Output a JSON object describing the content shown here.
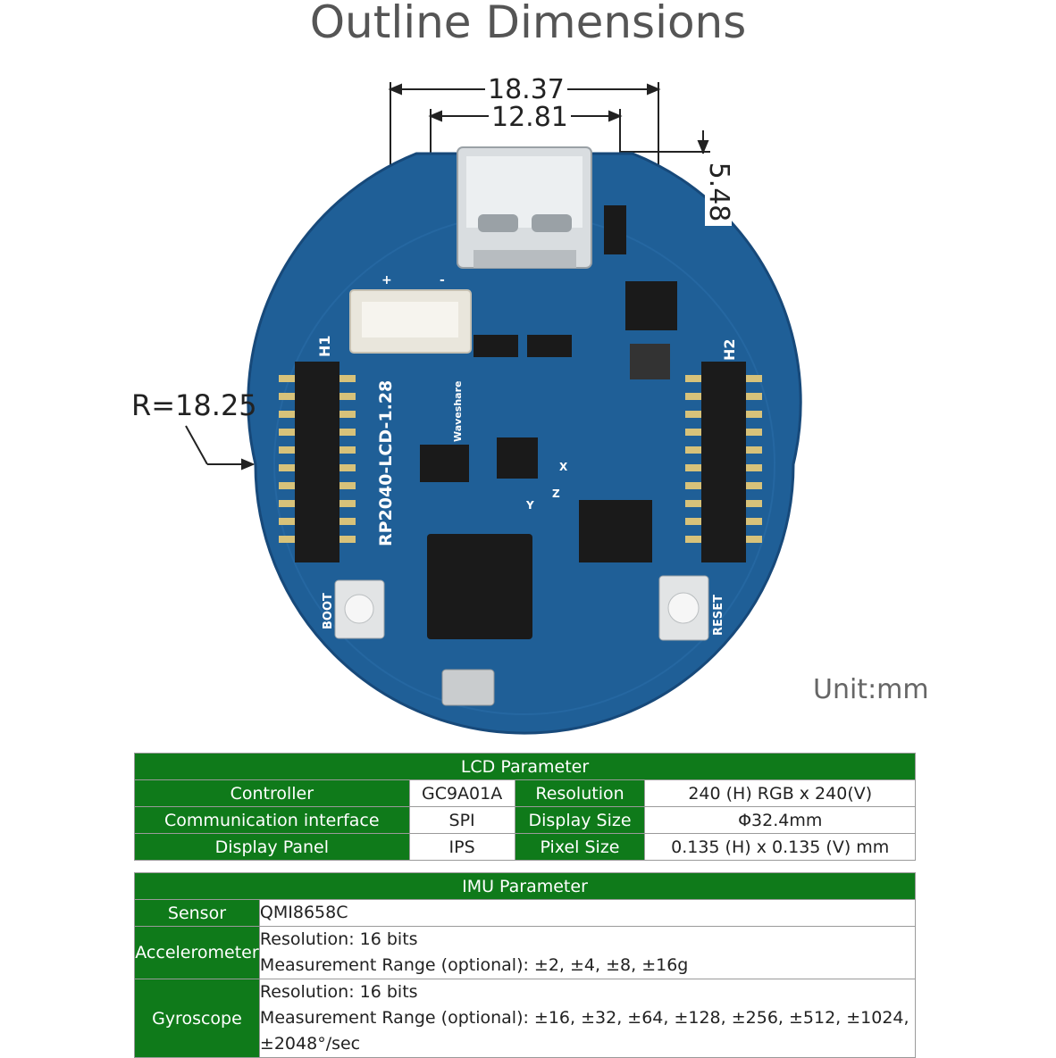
{
  "title": "Outline Dimensions",
  "dimensions": {
    "overall_width": "18.37",
    "connector_width": "12.81",
    "connector_height": "5.48",
    "radius": "R=18.25",
    "unit": "Unit:mm"
  },
  "board": {
    "silkscreen": {
      "name": "RP2040-LCD-1.28",
      "brand": "Waveshare",
      "header_left": "H1",
      "header_right": "H2",
      "boot": "BOOT",
      "reset": "RESET",
      "axis_x": "X",
      "axis_y": "Y",
      "axis_z": "Z",
      "plus": "+",
      "minus": "-"
    }
  },
  "lcd_table": {
    "heading": "LCD Parameter",
    "rows": [
      {
        "k1": "Controller",
        "v1": "GC9A01A",
        "k2": "Resolution",
        "v2": "240 (H) RGB x 240(V)"
      },
      {
        "k1": "Communication interface",
        "v1": "SPI",
        "k2": "Display Size",
        "v2": "Φ32.4mm"
      },
      {
        "k1": "Display Panel",
        "v1": "IPS",
        "k2": "Pixel Size",
        "v2": "0.135 (H) x 0.135 (V) mm"
      }
    ]
  },
  "imu_table": {
    "heading": "IMU Parameter",
    "sensor_key": "Sensor",
    "sensor_val": "QMI8658C",
    "accel_key": "Accelerometer",
    "accel_lines": [
      "Resolution: 16 bits",
      "Measurement Range (optional): ±2, ±4, ±8, ±16g"
    ],
    "gyro_key": "Gyroscope",
    "gyro_lines": [
      "Resolution: 16 bits",
      "Measurement Range (optional): ±16, ±32, ±64, ±128, ±256, ±512, ±1024,",
      "±2048°/sec"
    ]
  },
  "colors": {
    "board_blue": "#1f5f97",
    "header_green": "#0f7a1a"
  }
}
